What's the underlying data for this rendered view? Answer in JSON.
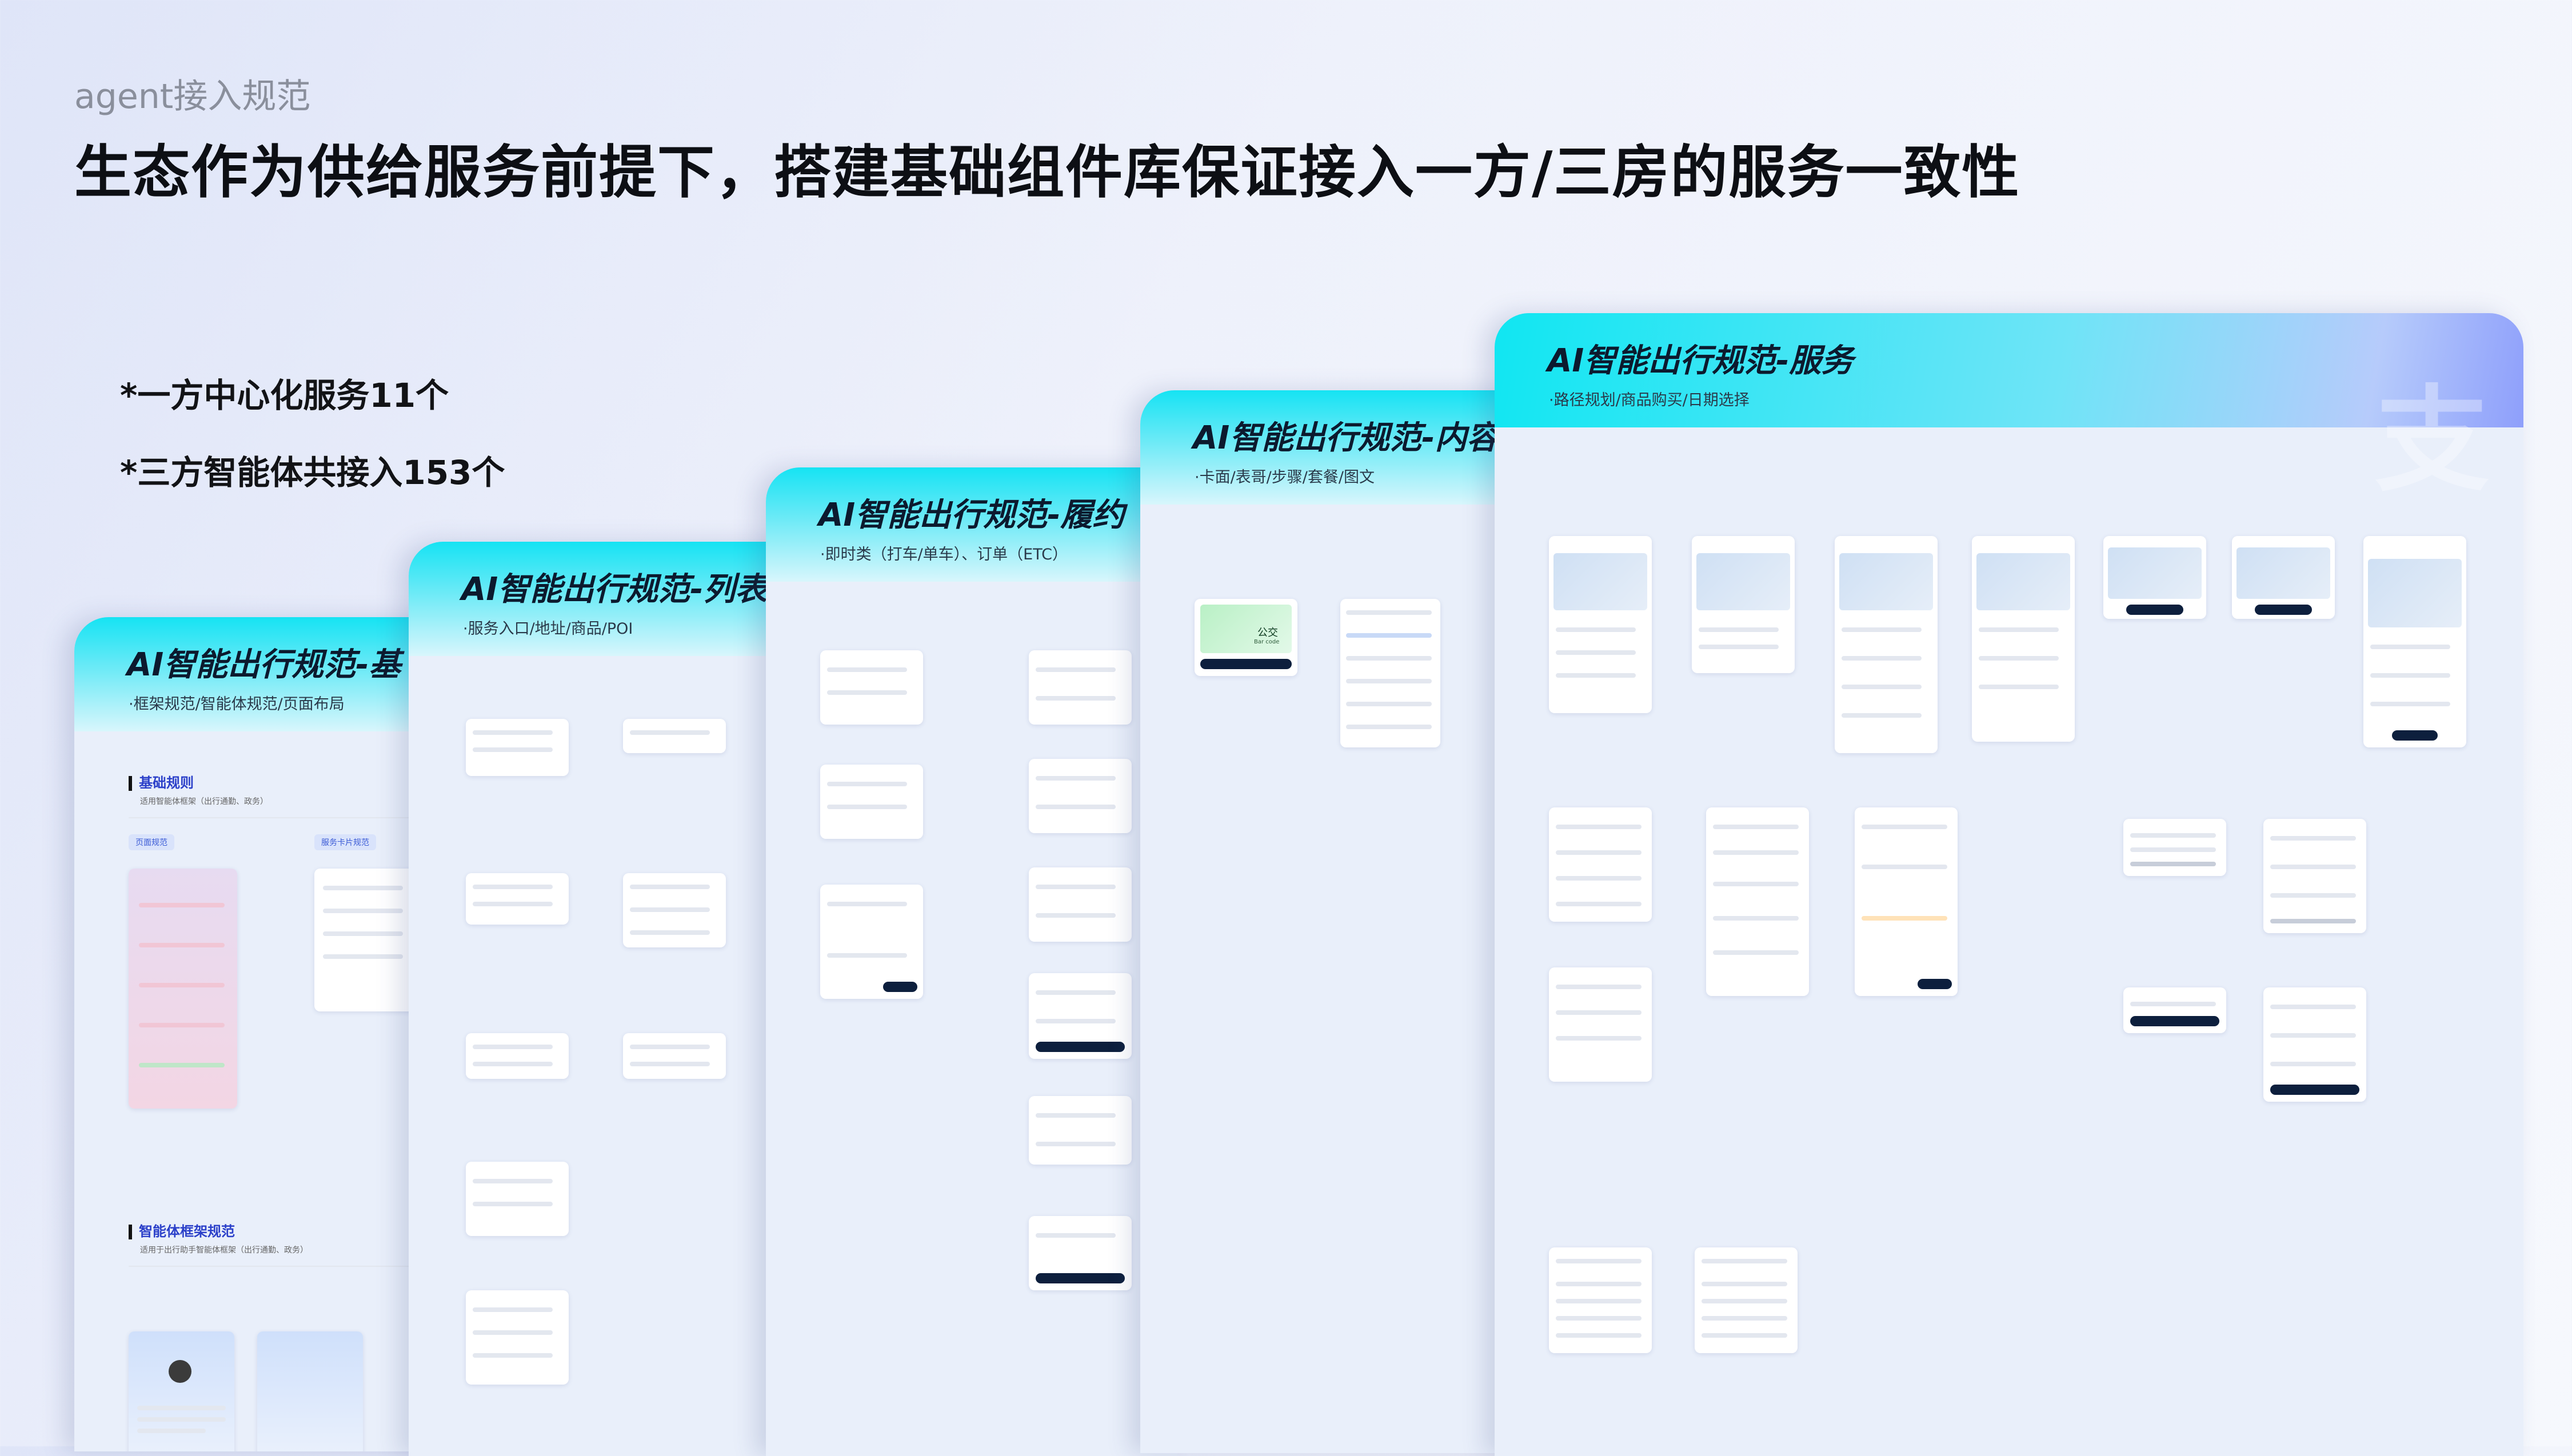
{
  "header": {
    "eyebrow": "agent接入规范",
    "headline": "生态作为供给服务前提下，搭建基础组件库保证接入一方/三房的服务一致性"
  },
  "stats": [
    "*一方中心化服务11个",
    "*三方智能体共接入153个"
  ],
  "panels": [
    {
      "title": "AI智能出行规范-基",
      "subtitle": "·框架规范/智能体规范/页面布局"
    },
    {
      "title": "AI智能出行规范-列表",
      "subtitle": "·服务入口/地址/商品/POI"
    },
    {
      "title": "AI智能出行规范-履约",
      "subtitle": "·即时类（打车/单车）、订单（ETC）"
    },
    {
      "title": "AI智能出行规范-内容",
      "subtitle": "·卡面/表哥/步骤/套餐/图文"
    },
    {
      "title": "AI智能出行规范-服务",
      "subtitle": "·路径规划/商品购买/日期选择"
    }
  ],
  "panel1": {
    "section1": "基础规则",
    "section1_sub": "适用智能体框架（出行通勤、政务）",
    "section2": "智能体框架规范",
    "section2_sub": "适用于出行助手智能体框架（出行通勤、政务）",
    "tag1": "页面规范",
    "tag2": "服务卡片规范"
  },
  "panel4": {
    "card_text": "公交",
    "card_sub": "Bar code"
  },
  "colors": {
    "accent": "#2b40c9",
    "header_cyan": "#16e3f3",
    "dark_button": "#0d1f3d"
  }
}
